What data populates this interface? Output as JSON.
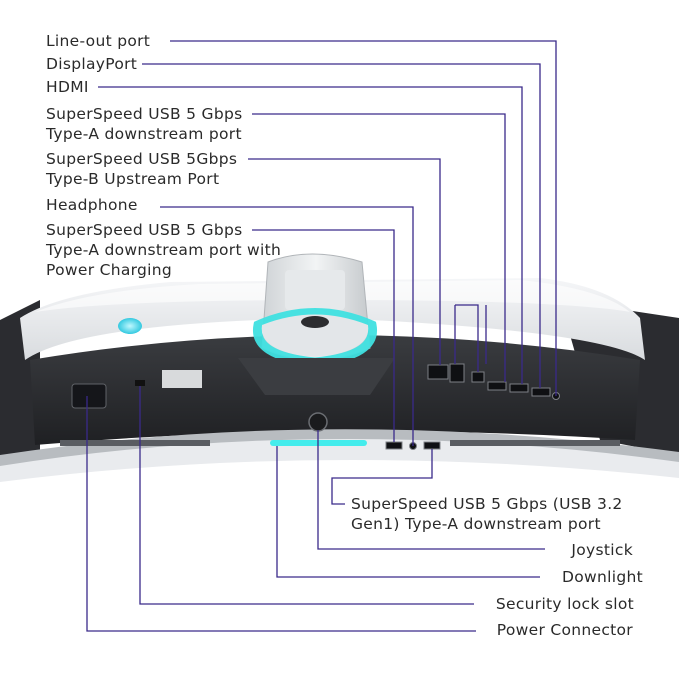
{
  "labels_top": [
    {
      "key": "line_out",
      "lines": [
        "Line-out port"
      ]
    },
    {
      "key": "displayport",
      "lines": [
        "DisplayPort"
      ]
    },
    {
      "key": "hdmi",
      "lines": [
        "HDMI"
      ]
    },
    {
      "key": "usb_a_down",
      "lines": [
        "SuperSpeed USB 5 Gbps",
        "Type-A downstream port"
      ]
    },
    {
      "key": "usb_b_up",
      "lines": [
        "SuperSpeed USB 5Gbps",
        "Type-B Upstream Port"
      ]
    },
    {
      "key": "headphone",
      "lines": [
        "Headphone"
      ]
    },
    {
      "key": "usb_a_charge",
      "lines": [
        "SuperSpeed USB 5 Gbps",
        "Type-A downstream port with",
        "Power Charging"
      ]
    }
  ],
  "labels_bottom": [
    {
      "key": "usb_a_side",
      "lines": [
        "SuperSpeed USB 5 Gbps (USB 3.2",
        "Gen1) Type-A downstream port"
      ]
    },
    {
      "key": "joystick",
      "lines": [
        "Joystick"
      ]
    },
    {
      "key": "downlight",
      "lines": [
        "Downlight"
      ]
    },
    {
      "key": "security_lock",
      "lines": [
        "Security lock slot"
      ]
    },
    {
      "key": "power",
      "lines": [
        "Power Connector"
      ]
    }
  ],
  "colors": {
    "leader": "#3a2a8a",
    "accent": "#3fe0e0",
    "body_light": "#eceef1",
    "body_dark": "#2f3134"
  }
}
